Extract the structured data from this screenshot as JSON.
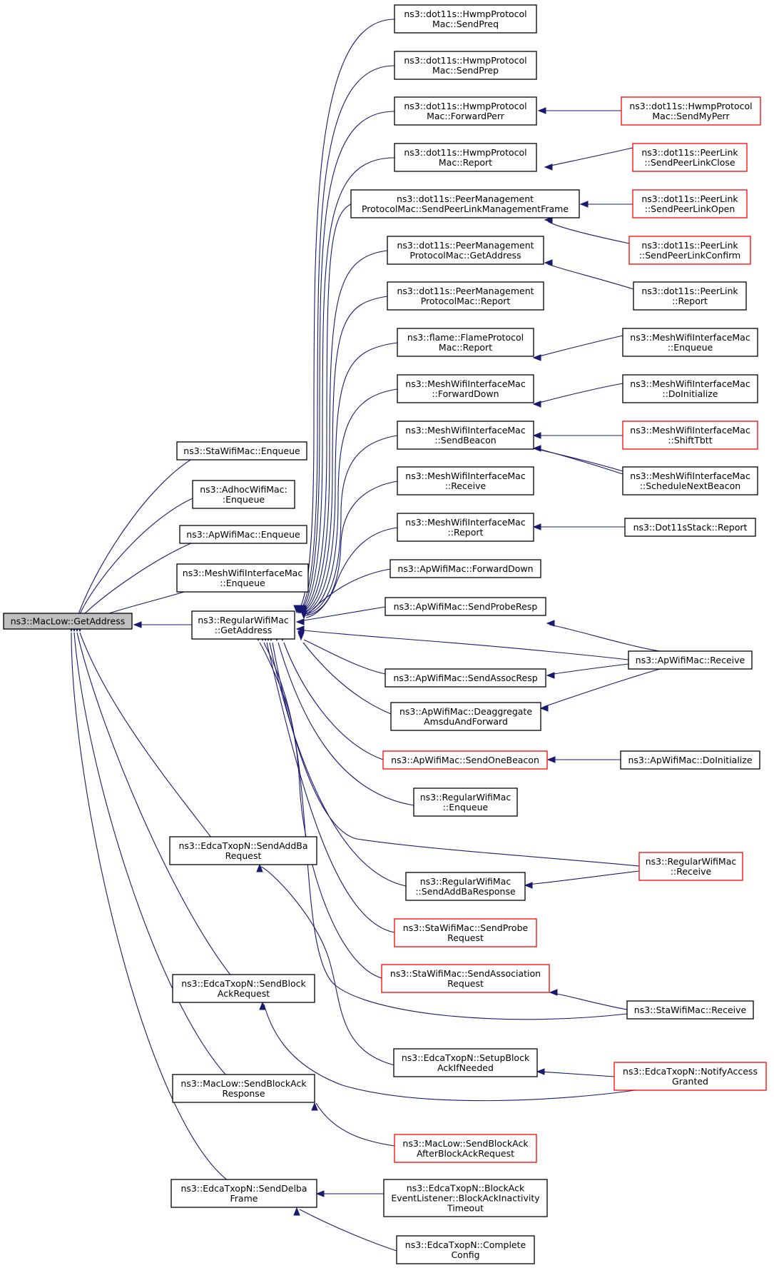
{
  "colors": {
    "edge": "#191970",
    "border_normal": "#000000",
    "border_truncated": "#ff0000",
    "root_fill": "#bfbfbf",
    "node_fill": "#ffffff"
  },
  "nodes": [
    {
      "id": "root",
      "lines": [
        "ns3::MacLow::GetAddress"
      ],
      "style": "root"
    },
    {
      "id": "sta_enq",
      "lines": [
        "ns3::StaWifiMac::Enqueue"
      ],
      "style": "normal"
    },
    {
      "id": "adhoc_enq",
      "lines": [
        "ns3::AdhocWifiMac:",
        ":Enqueue"
      ],
      "style": "normal"
    },
    {
      "id": "ap_enq",
      "lines": [
        "ns3::ApWifiMac::Enqueue"
      ],
      "style": "normal"
    },
    {
      "id": "mesh_enq_l",
      "lines": [
        "ns3::MeshWifiInterfaceMac",
        "::Enqueue"
      ],
      "style": "normal"
    },
    {
      "id": "reg_get",
      "lines": [
        "ns3::RegularWifiMac",
        "::GetAddress"
      ],
      "style": "normal"
    },
    {
      "id": "edca_addba",
      "lines": [
        "ns3::EdcaTxopN::SendAddBa",
        "Request"
      ],
      "style": "normal"
    },
    {
      "id": "edca_bar",
      "lines": [
        "ns3::EdcaTxopN::SendBlock",
        "AckRequest"
      ],
      "style": "normal"
    },
    {
      "id": "maclow_bar",
      "lines": [
        "ns3::MacLow::SendBlockAck",
        "Response"
      ],
      "style": "normal"
    },
    {
      "id": "edca_delba",
      "lines": [
        "ns3::EdcaTxopN::SendDelba",
        "Frame"
      ],
      "style": "normal"
    },
    {
      "id": "hwmp_preq",
      "lines": [
        "ns3::dot11s::HwmpProtocol",
        "Mac::SendPreq"
      ],
      "style": "normal"
    },
    {
      "id": "hwmp_prep",
      "lines": [
        "ns3::dot11s::HwmpProtocol",
        "Mac::SendPrep"
      ],
      "style": "normal"
    },
    {
      "id": "hwmp_fperr",
      "lines": [
        "ns3::dot11s::HwmpProtocol",
        "Mac::ForwardPerr"
      ],
      "style": "normal"
    },
    {
      "id": "hwmp_report",
      "lines": [
        "ns3::dot11s::HwmpProtocol",
        "Mac::Report"
      ],
      "style": "normal"
    },
    {
      "id": "peer_splmf",
      "lines": [
        "ns3::dot11s::PeerManagement",
        "ProtocolMac::SendPeerLinkManagementFrame"
      ],
      "style": "normal"
    },
    {
      "id": "peer_getaddr",
      "lines": [
        "ns3::dot11s::PeerManagement",
        "ProtocolMac::GetAddress"
      ],
      "style": "normal"
    },
    {
      "id": "peer_report",
      "lines": [
        "ns3::dot11s::PeerManagement",
        "ProtocolMac::Report"
      ],
      "style": "normal"
    },
    {
      "id": "flame_report",
      "lines": [
        "ns3::flame::FlameProtocol",
        "Mac::Report"
      ],
      "style": "normal"
    },
    {
      "id": "mesh_fwd",
      "lines": [
        "ns3::MeshWifiInterfaceMac",
        "::ForwardDown"
      ],
      "style": "normal"
    },
    {
      "id": "mesh_beacon",
      "lines": [
        "ns3::MeshWifiInterfaceMac",
        "::SendBeacon"
      ],
      "style": "normal"
    },
    {
      "id": "mesh_recv",
      "lines": [
        "ns3::MeshWifiInterfaceMac",
        "::Receive"
      ],
      "style": "normal"
    },
    {
      "id": "mesh_report",
      "lines": [
        "ns3::MeshWifiInterfaceMac",
        "::Report"
      ],
      "style": "normal"
    },
    {
      "id": "ap_fwd",
      "lines": [
        "ns3::ApWifiMac::ForwardDown"
      ],
      "style": "normal"
    },
    {
      "id": "ap_probe",
      "lines": [
        "ns3::ApWifiMac::SendProbeResp"
      ],
      "style": "normal"
    },
    {
      "id": "ap_assoc",
      "lines": [
        "ns3::ApWifiMac::SendAssocResp"
      ],
      "style": "normal"
    },
    {
      "id": "ap_deagg",
      "lines": [
        "ns3::ApWifiMac::Deaggregate",
        "AmsduAndForward"
      ],
      "style": "normal"
    },
    {
      "id": "ap_onebeacon",
      "lines": [
        "ns3::ApWifiMac::SendOneBeacon"
      ],
      "style": "truncated"
    },
    {
      "id": "reg_enq",
      "lines": [
        "ns3::RegularWifiMac",
        "::Enqueue"
      ],
      "style": "normal"
    },
    {
      "id": "reg_addbaresp",
      "lines": [
        "ns3::RegularWifiMac",
        "::SendAddBaResponse"
      ],
      "style": "normal"
    },
    {
      "id": "sta_probe",
      "lines": [
        "ns3::StaWifiMac::SendProbe",
        "Request"
      ],
      "style": "truncated"
    },
    {
      "id": "sta_assoc",
      "lines": [
        "ns3::StaWifiMac::SendAssociation",
        "Request"
      ],
      "style": "truncated"
    },
    {
      "id": "edca_setup",
      "lines": [
        "ns3::EdcaTxopN::SetupBlock",
        "AckIfNeeded"
      ],
      "style": "normal"
    },
    {
      "id": "maclow_after",
      "lines": [
        "ns3::MacLow::SendBlockAck",
        "AfterBlockAckRequest"
      ],
      "style": "truncated"
    },
    {
      "id": "edca_inact",
      "lines": [
        "ns3::EdcaTxopN::BlockAck",
        "EventListener::BlockAckInactivity",
        "Timeout"
      ],
      "style": "normal"
    },
    {
      "id": "edca_complete",
      "lines": [
        "ns3::EdcaTxopN::Complete",
        "Config"
      ],
      "style": "normal"
    },
    {
      "id": "hwmp_sendmyperr",
      "lines": [
        "ns3::dot11s::HwmpProtocol",
        "Mac::SendMyPerr"
      ],
      "style": "truncated"
    },
    {
      "id": "pl_close",
      "lines": [
        "ns3::dot11s::PeerLink",
        "::SendPeerLinkClose"
      ],
      "style": "truncated"
    },
    {
      "id": "pl_open",
      "lines": [
        "ns3::dot11s::PeerLink",
        "::SendPeerLinkOpen"
      ],
      "style": "truncated"
    },
    {
      "id": "pl_confirm",
      "lines": [
        "ns3::dot11s::PeerLink",
        "::SendPeerLinkConfirm"
      ],
      "style": "truncated"
    },
    {
      "id": "pl_report",
      "lines": [
        "ns3::dot11s::PeerLink",
        "::Report"
      ],
      "style": "normal"
    },
    {
      "id": "mesh_enq_r",
      "lines": [
        "ns3::MeshWifiInterfaceMac",
        "::Enqueue"
      ],
      "style": "normal"
    },
    {
      "id": "mesh_doinit",
      "lines": [
        "ns3::MeshWifiInterfaceMac",
        "::DoInitialize"
      ],
      "style": "normal"
    },
    {
      "id": "mesh_shift",
      "lines": [
        "ns3::MeshWifiInterfaceMac",
        "::ShiftTbtt"
      ],
      "style": "truncated"
    },
    {
      "id": "mesh_sched",
      "lines": [
        "ns3::MeshWifiInterfaceMac",
        "::ScheduleNextBeacon"
      ],
      "style": "normal"
    },
    {
      "id": "dot11s_report",
      "lines": [
        "ns3::Dot11sStack::Report"
      ],
      "style": "normal"
    },
    {
      "id": "ap_receive",
      "lines": [
        "ns3::ApWifiMac::Receive"
      ],
      "style": "normal"
    },
    {
      "id": "ap_doinit",
      "lines": [
        "ns3::ApWifiMac::DoInitialize"
      ],
      "style": "normal"
    },
    {
      "id": "reg_receive",
      "lines": [
        "ns3::RegularWifiMac",
        "::Receive"
      ],
      "style": "truncated"
    },
    {
      "id": "sta_receive",
      "lines": [
        "ns3::StaWifiMac::Receive"
      ],
      "style": "normal"
    },
    {
      "id": "edca_notify",
      "lines": [
        "ns3::EdcaTxopN::NotifyAccess",
        "Granted"
      ],
      "style": "truncated"
    }
  ]
}
